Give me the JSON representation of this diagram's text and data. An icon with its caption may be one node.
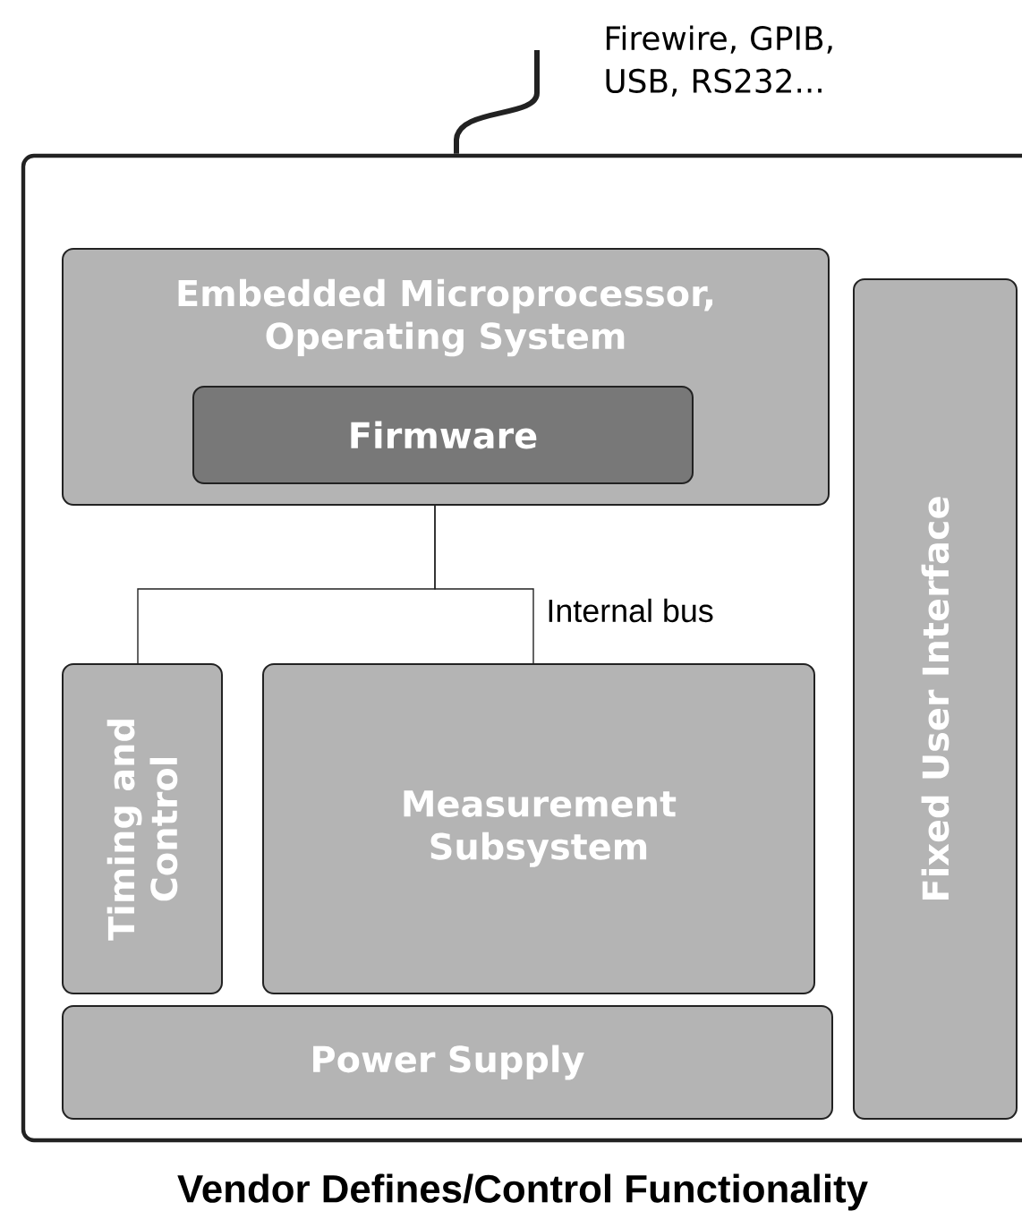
{
  "diagram": {
    "caption": "Vendor Defines/Control Functionality",
    "nodes": [
      {
        "text": [],
        "shape": "box"
      },
      {
        "text": [
          "Embedded Microprocessor, Operating System"
        ],
        "in": 0
      },
      {
        "text": [
          "Firmware"
        ],
        "in": 1
      },
      {
        "text": [
          "Timing and Control"
        ],
        "in": 0
      },
      {
        "text": [
          "Measurement Subsystem"
        ],
        "in": 0
      },
      {
        "text": [
          "Power Supply"
        ],
        "in": 0
      },
      {
        "text": [
          "Fixed User Interface"
        ],
        "in": 0
      }
    ],
    "edges": [
      {
        "from": null,
        "to": 0,
        "arrow": "none",
        "style": "thick"
      },
      {
        "from": 1,
        "to": 3,
        "arrow": "none"
      },
      {
        "from": 1,
        "to": 4,
        "arrow": "none",
        "label": "Internal bus"
      }
    ],
    "labels": [
      "Firewire, GPIB, USB, RS232..."
    ]
  }
}
